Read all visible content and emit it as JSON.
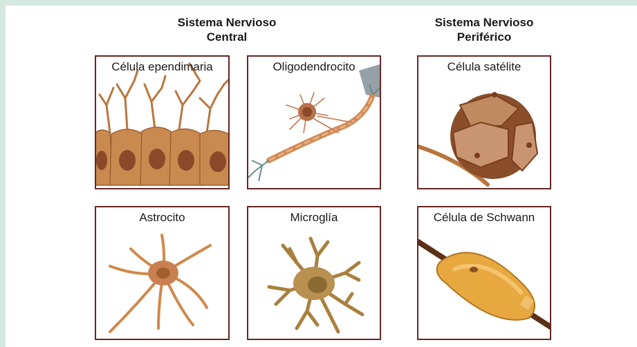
{
  "headings": {
    "central_line1": "Sistema Nervioso",
    "central_line2": "Central",
    "peripheral_line1": "Sistema Nervioso",
    "peripheral_line2": "Periférico"
  },
  "cells": {
    "ependymal": "Célula ependimaria",
    "oligodendrocyte": "Oligodendrocito",
    "satellite": "Célula satélite",
    "astrocyte": "Astrocito",
    "microglia": "Microglía",
    "schwann": "Célula de Schwann"
  },
  "colors": {
    "border": "#6a2424",
    "background": "#d4e8e0",
    "cell_body": "#c98a50",
    "nucleus": "#8a4a2a"
  }
}
